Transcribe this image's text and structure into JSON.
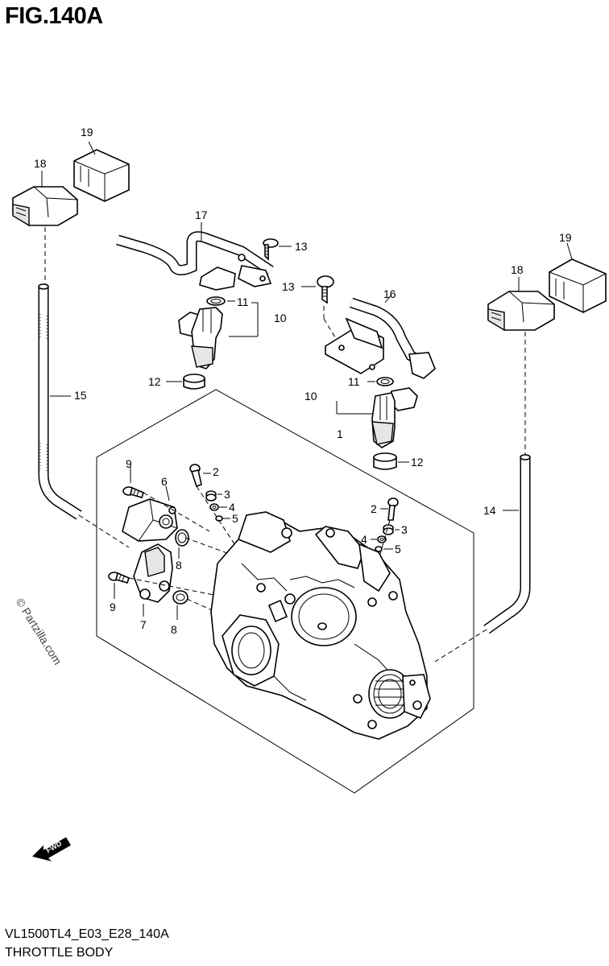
{
  "figure": {
    "title": "FIG.140A",
    "model_code": "VL1500TL4_E03_E28_140A",
    "section_name": "THROTTLE BODY",
    "watermark": "© Partzilla.com",
    "fwd_label": "FWD"
  },
  "callouts": {
    "n1": "1",
    "n2": "2",
    "n3": "3",
    "n4": "4",
    "n5": "5",
    "n6": "6",
    "n7": "7",
    "n8": "8",
    "n9": "9",
    "n10": "10",
    "n11": "11",
    "n12": "12",
    "n13": "13",
    "n14": "14",
    "n15": "15",
    "n16": "16",
    "n17": "17",
    "n18": "18",
    "n19": "19"
  }
}
